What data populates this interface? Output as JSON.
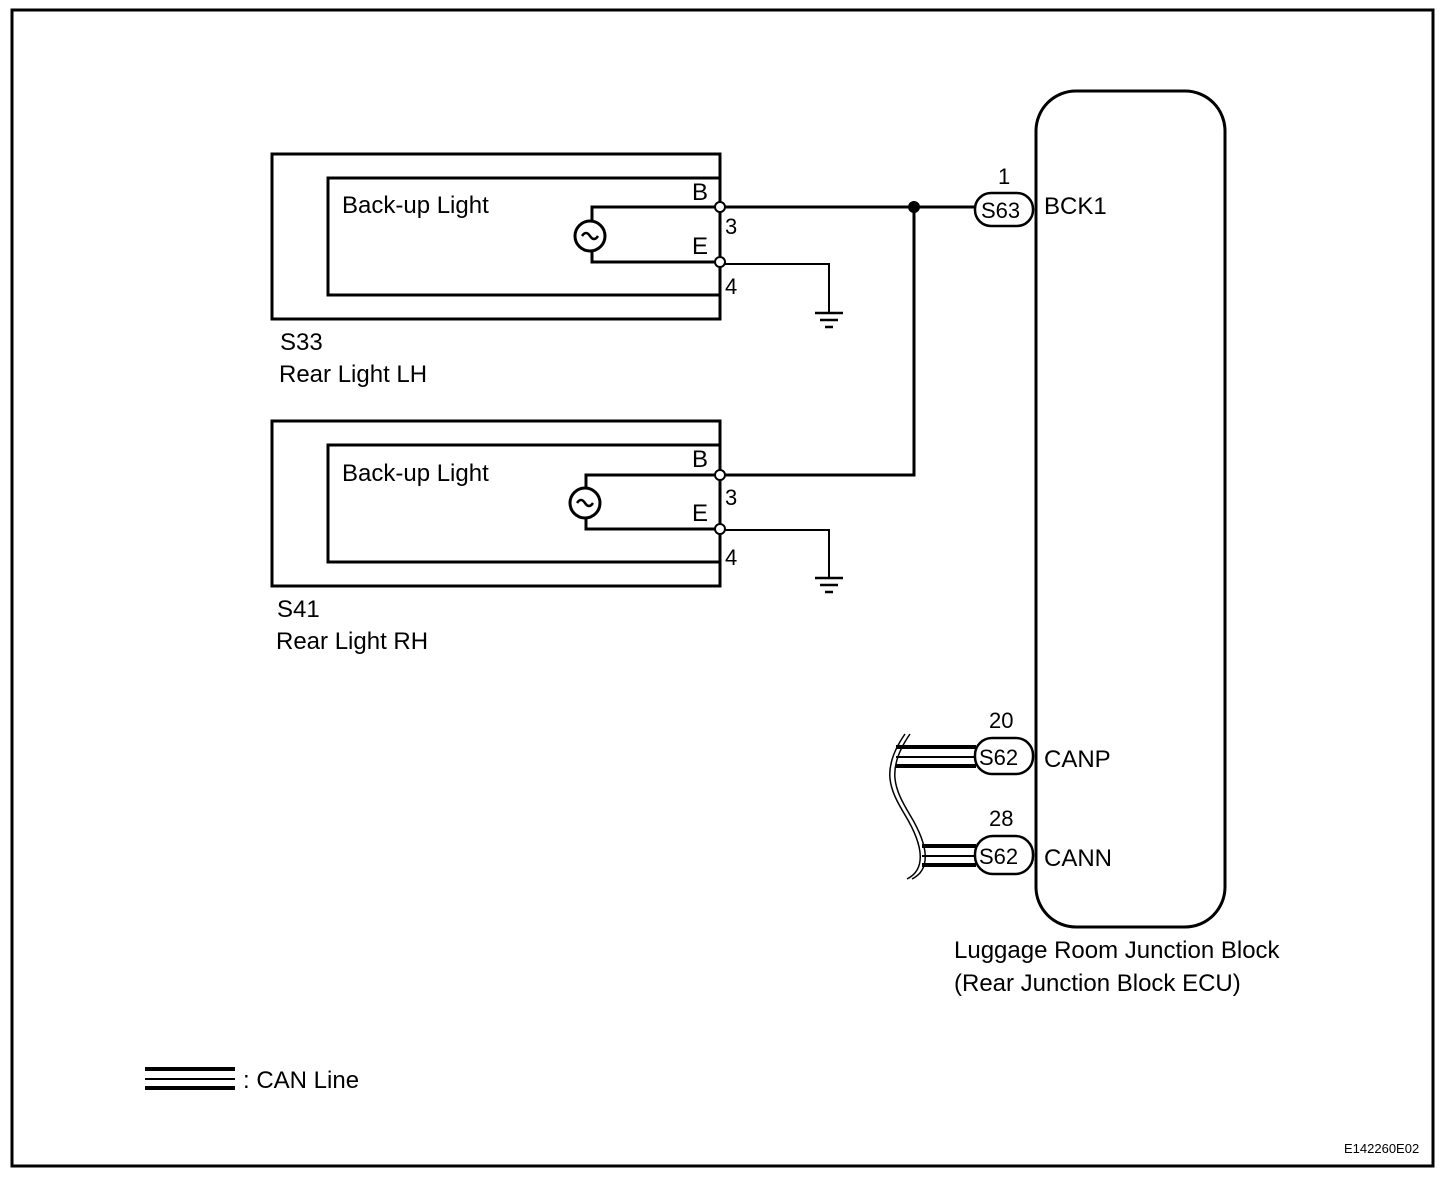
{
  "diagram": {
    "drawing_id": "E142260E02",
    "legend": {
      "symbol": "triple-line",
      "label": ": CAN Line"
    },
    "components": [
      {
        "id": "S33",
        "name": "Rear Light LH",
        "inner_label": "Back-up Light",
        "terminals": [
          {
            "letter": "B",
            "pin": "3"
          },
          {
            "letter": "E",
            "pin": "4"
          }
        ]
      },
      {
        "id": "S41",
        "name": "Rear Light RH",
        "inner_label": "Back-up Light",
        "terminals": [
          {
            "letter": "B",
            "pin": "3"
          },
          {
            "letter": "E",
            "pin": "4"
          }
        ]
      }
    ],
    "ecu": {
      "name_line1": "Luggage Room Junction Block",
      "name_line2": "(Rear Junction Block ECU)",
      "connectors": [
        {
          "pin": "1",
          "connector": "S63",
          "signal": "BCK1"
        },
        {
          "pin": "20",
          "connector": "S62",
          "signal": "CANP"
        },
        {
          "pin": "28",
          "connector": "S62",
          "signal": "CANN"
        }
      ]
    }
  }
}
